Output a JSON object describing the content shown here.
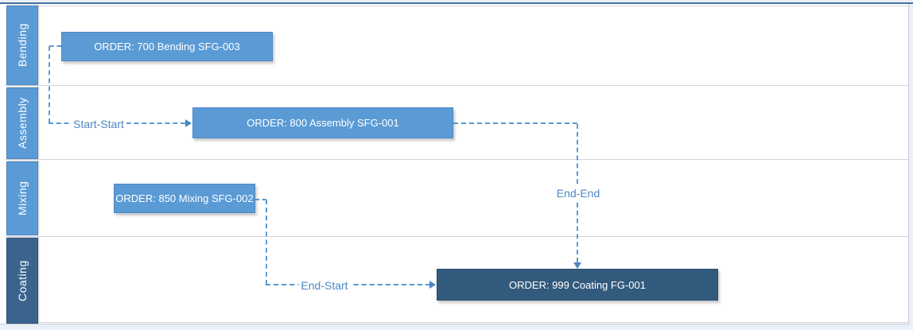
{
  "diagram": {
    "type": "order-dependency-gantt",
    "rows": [
      {
        "label": "Bending",
        "fill": "#5b9bd5"
      },
      {
        "label": "Assembly",
        "fill": "#5b9bd5"
      },
      {
        "label": "Mixing",
        "fill": "#5b9bd5"
      },
      {
        "label": "Coating",
        "fill": "#3a648e"
      }
    ],
    "orders": [
      {
        "label": "ORDER: 700 Bending SFG-003",
        "row": "Bending",
        "fill": "#5b9bd5"
      },
      {
        "label": "ORDER: 800 Assembly SFG-001",
        "row": "Assembly",
        "fill": "#5b9bd5"
      },
      {
        "label": "ORDER: 850 Mixing SFG-002",
        "row": "Mixing",
        "fill": "#5b9bd5"
      },
      {
        "label": "ORDER: 999 Coating FG-001",
        "row": "Coating",
        "fill": "#325a7d"
      }
    ],
    "links": [
      {
        "label": "Start-Start",
        "from": "ORDER: 700 Bending SFG-003",
        "to": "ORDER: 800 Assembly SFG-001"
      },
      {
        "label": "End-End",
        "from": "ORDER: 800 Assembly SFG-001",
        "to": "ORDER: 999 Coating FG-001"
      },
      {
        "label": "End-Start",
        "from": "ORDER: 850 Mixing SFG-002",
        "to": "ORDER: 999 Coating FG-001"
      }
    ],
    "colors": {
      "bar_blue": "#5b9bd5",
      "bar_dark_blue": "#325a7d",
      "row_label_blue": "#5b9bd5",
      "row_label_dark": "#3a648e",
      "link_line": "#5b9bd5",
      "link_text": "#4e86c4",
      "grid_line": "#d3d6db",
      "top_rule": "#41719c",
      "page_background": "#e9f0f8",
      "panel_background": "#ffffff"
    }
  }
}
